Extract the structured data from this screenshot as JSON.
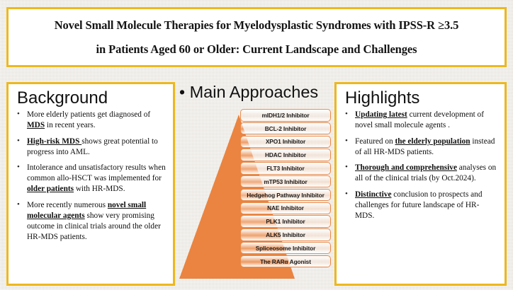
{
  "poster": {
    "title": {
      "line1": "Novel Small Molecule Therapies for Myelodysplastic Syndromes with IPSS-R ≥3.5",
      "line2": "in Patients Aged 60 or Older: Current Landscape and Challenges"
    },
    "colors": {
      "panel_border": "#edb81f",
      "pyramid_orange": "#ea8440",
      "label_border": "#e98b4c",
      "page_background": "#ece8e1",
      "panel_background": "#ffffff"
    },
    "background_panel": {
      "heading": "Background",
      "bullets": [
        {
          "parts": [
            {
              "text": "More elderly patients get diagnosed of ",
              "style": "normal"
            },
            {
              "text": "MDS",
              "style": "underline-bold"
            },
            {
              "text": " in recent years.",
              "style": "normal"
            }
          ]
        },
        {
          "parts": [
            {
              "text": "High-risk MDS ",
              "style": "underline-bold"
            },
            {
              "text": "shows great potential to progress into AML.",
              "style": "normal"
            }
          ]
        },
        {
          "parts": [
            {
              "text": "Intolerance and unsatisfactory results when common allo-HSCT was implemented for ",
              "style": "normal"
            },
            {
              "text": "older patients",
              "style": "underline-bold"
            },
            {
              "text": " with HR-MDS.",
              "style": "normal"
            }
          ]
        },
        {
          "parts": [
            {
              "text": "More recently numerous ",
              "style": "normal"
            },
            {
              "text": "novel small molecular agents",
              "style": "underline-bold"
            },
            {
              "text": " show very promising outcome in clinical trials around the older HR-MDS patients.",
              "style": "normal"
            }
          ]
        }
      ]
    },
    "approaches_panel": {
      "heading": "Main Approaches",
      "bullet_glyph": "•",
      "labels": [
        "mIDH1/2 Inhibitor",
        "BCL-2 Inhibitor",
        "XPO1 Inhibitor",
        "HDAC Inhibitor",
        "FLT3 Inhibitor",
        "mTP53 Inhibitor",
        "Hedgehog Pathway Inhibitor",
        "NAE Inhibitor",
        "PLK1 Inhibitor",
        "ALK5 Inhibitor",
        "Spliceosome Inhibitor",
        "The RARα Agonist"
      ]
    },
    "highlights_panel": {
      "heading": "Highlights",
      "bullets": [
        {
          "parts": [
            {
              "text": "Updating latest",
              "style": "underline-bold"
            },
            {
              "text": " current development of novel small molecule agents .",
              "style": "normal"
            }
          ]
        },
        {
          "parts": [
            {
              "text": "Featured on ",
              "style": "normal"
            },
            {
              "text": "the elderly population",
              "style": "underline-bold"
            },
            {
              "text": " instead of all HR-MDS patients.",
              "style": "normal"
            }
          ]
        },
        {
          "parts": [
            {
              "text": "Thorough and comprehensive",
              "style": "underline-bold"
            },
            {
              "text": " analyses on all of the clinical trials (by Oct.2024).",
              "style": "normal"
            }
          ]
        },
        {
          "parts": [
            {
              "text": "Distinctive",
              "style": "underline-bold"
            },
            {
              "text": " conclusion to prospects and challenges for future landscape of HR-MDS.",
              "style": "normal"
            }
          ]
        }
      ]
    }
  }
}
